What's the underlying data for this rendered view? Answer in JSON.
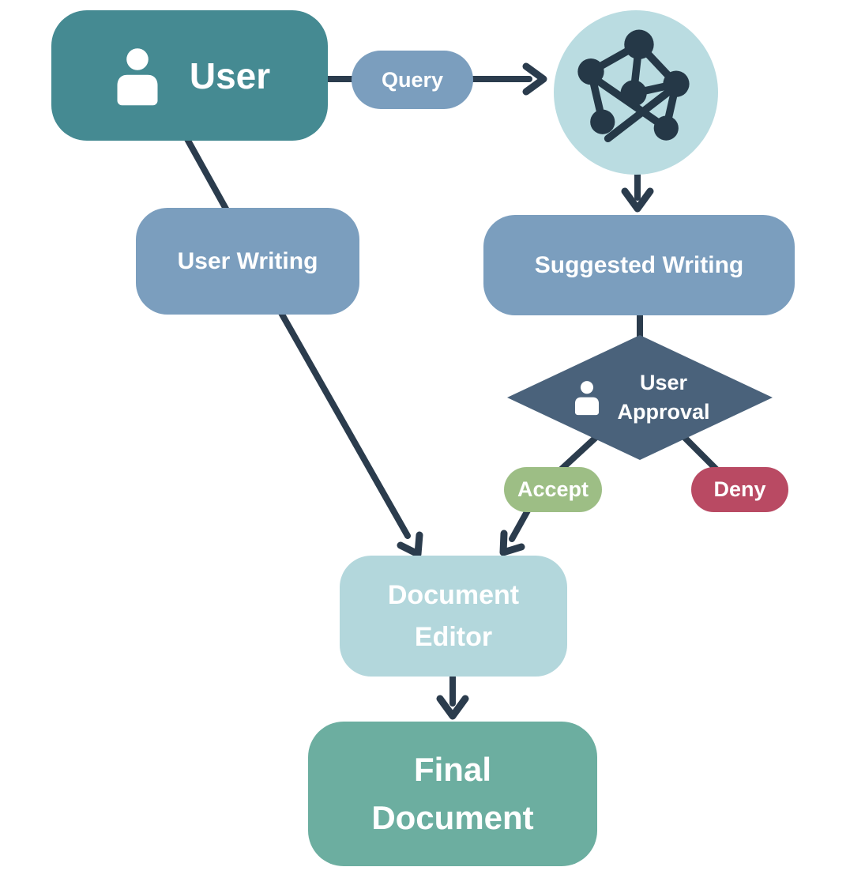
{
  "palette": {
    "teal": "#458A92",
    "blue": "#7B9EBE",
    "circle_fill": "#BADCE1",
    "editor_fill": "#B3D7DC",
    "diamond": "#4A627B",
    "green_accept": "#9DBE85",
    "red_deny": "#B94A63",
    "final_green": "#6CAEA0",
    "line": "#2B3C4D",
    "icon_dark": "#253847",
    "text_light": "#FFFFFF"
  },
  "nodes": {
    "user": {
      "label": "User",
      "icon": "person-icon"
    },
    "query": {
      "label": "Query"
    },
    "network": {
      "icon": "neural-network-icon"
    },
    "suggested_writing": {
      "label": "Suggested Writing"
    },
    "user_approval": {
      "line1": "User",
      "line2": "Approval",
      "icon": "person-icon"
    },
    "accept": {
      "label": "Accept"
    },
    "deny": {
      "label": "Deny"
    },
    "user_writing": {
      "label": "User Writing"
    },
    "document_editor": {
      "line1": "Document",
      "line2": "Editor"
    },
    "final_document": {
      "line1": "Final",
      "line2": "Document"
    }
  },
  "edges": [
    {
      "from": "User",
      "to": "Query",
      "arrow": false
    },
    {
      "from": "Query",
      "to": "Network",
      "arrow": true
    },
    {
      "from": "Network",
      "to": "Suggested Writing",
      "arrow": true
    },
    {
      "from": "Suggested Writing",
      "to": "User Approval",
      "arrow": false
    },
    {
      "from": "User Approval",
      "to": "Accept",
      "arrow": false
    },
    {
      "from": "User Approval",
      "to": "Deny",
      "arrow": false
    },
    {
      "from": "Accept",
      "to": "Document Editor",
      "arrow": true
    },
    {
      "from": "User",
      "to": "User Writing",
      "arrow": false
    },
    {
      "from": "User Writing",
      "to": "Document Editor",
      "arrow": true
    },
    {
      "from": "Document Editor",
      "to": "Final Document",
      "arrow": true
    }
  ]
}
